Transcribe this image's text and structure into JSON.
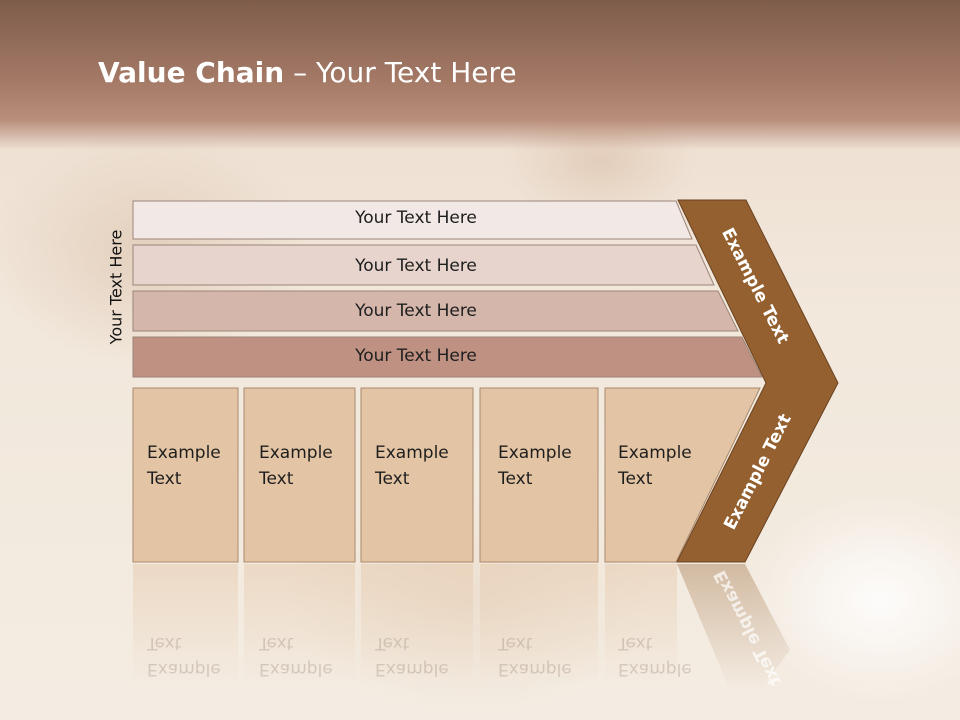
{
  "slide": {
    "title_bold": "Value Chain",
    "title_rest": " – Your Text Here",
    "side_label": "Your Text Here"
  },
  "bars": [
    {
      "label": "Your Text Here"
    },
    {
      "label": "Your Text Here"
    },
    {
      "label": "Your Text Here"
    },
    {
      "label": "Your Text Here"
    }
  ],
  "columns": [
    {
      "line1": "Example",
      "line2": "Text"
    },
    {
      "line1": "Example",
      "line2": "Text"
    },
    {
      "line1": "Example",
      "line2": "Text"
    },
    {
      "line1": "Example",
      "line2": "Text"
    },
    {
      "line1": "Example",
      "line2": "Text"
    }
  ],
  "chevron": {
    "upper_label": "Example Text",
    "lower_label": "Example Text"
  },
  "colors": {
    "bar_fills": [
      "#f2e8e6",
      "#e6d4cd",
      "#d4b6aa",
      "#bf9182"
    ],
    "column_fill": "#e3c4a4",
    "chevron_fill": "#94602f",
    "title_band": "#a57a67"
  }
}
